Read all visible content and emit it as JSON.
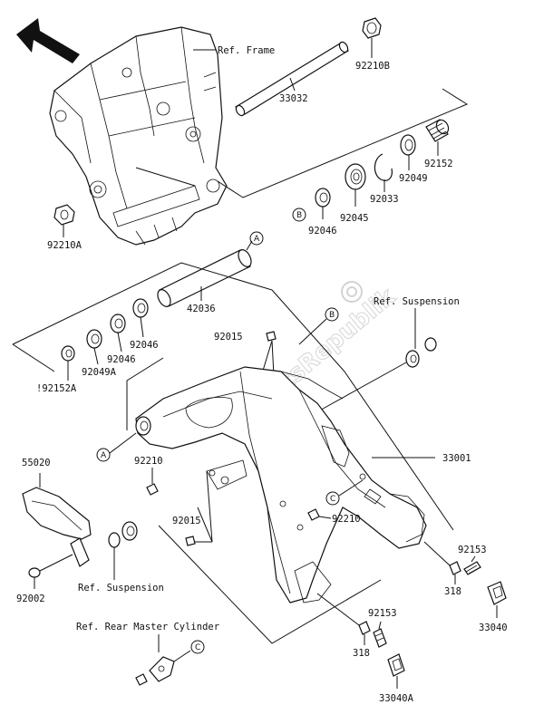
{
  "watermark": "PartsRepublik",
  "refs": {
    "frame": "Ref. Frame",
    "suspension_top": "Ref. Suspension",
    "suspension_bottom": "Ref. Suspension",
    "rear_master_cylinder": "Ref. Rear Master Cylinder"
  },
  "parts": {
    "p33032": "33032",
    "p92210B": "92210B",
    "p92152": "92152",
    "p92049": "92049",
    "p92033": "92033",
    "p92045": "92045",
    "p92046_top": "92046",
    "p92210A": "92210A",
    "p42036": "42036",
    "p92046_mid": "92046",
    "p92046_low": "92046",
    "p92049A": "92049A",
    "p92152A": "!92152A",
    "p92015_top": "92015",
    "p33001": "33001",
    "p55020": "55020",
    "p92210_left": "92210",
    "p92210_right": "92210",
    "p92015_bottom": "92015",
    "p92002": "92002",
    "p92153_top": "92153",
    "p318_top": "318",
    "p33040": "33040",
    "p92153_bottom": "92153",
    "p318_bottom": "318",
    "p33040A": "33040A"
  },
  "callouts": {
    "a_top": "A",
    "b_top": "B",
    "b_mid": "B",
    "a_left": "A",
    "c_right": "C",
    "c_bottom": "C"
  }
}
